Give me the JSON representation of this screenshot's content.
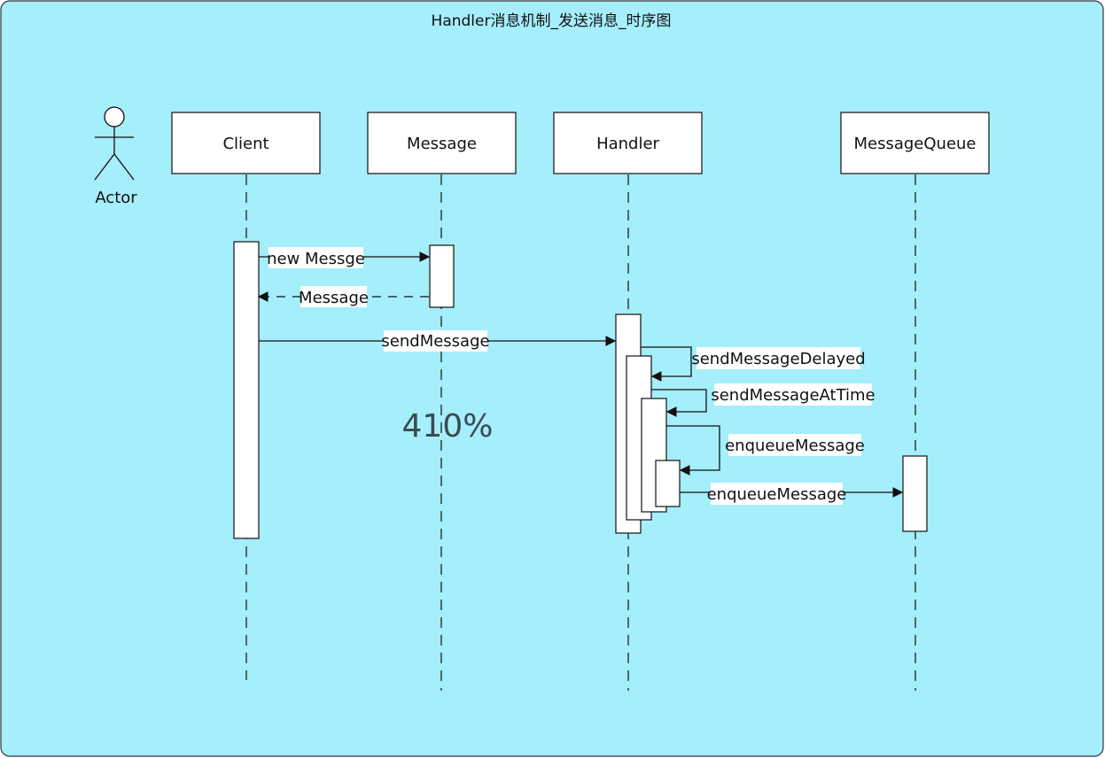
{
  "diagram": {
    "title": "Handler消息机制_发送消息_时序图",
    "actor_label": "Actor",
    "participants": {
      "client": "Client",
      "message": "Message",
      "handler": "Handler",
      "queue": "MessageQueue"
    },
    "messages": {
      "m1": "new Messge",
      "m2": "Message",
      "m3": "sendMessage",
      "m4": "sendMessageDelayed",
      "m5": "sendMessageAtTime",
      "m6": "enqueueMessage",
      "m7": "enqueueMessage"
    },
    "zoom_label": "410%",
    "colors": {
      "background": "#a5eefb",
      "stroke": "#111111",
      "box_fill": "#ffffff"
    }
  }
}
